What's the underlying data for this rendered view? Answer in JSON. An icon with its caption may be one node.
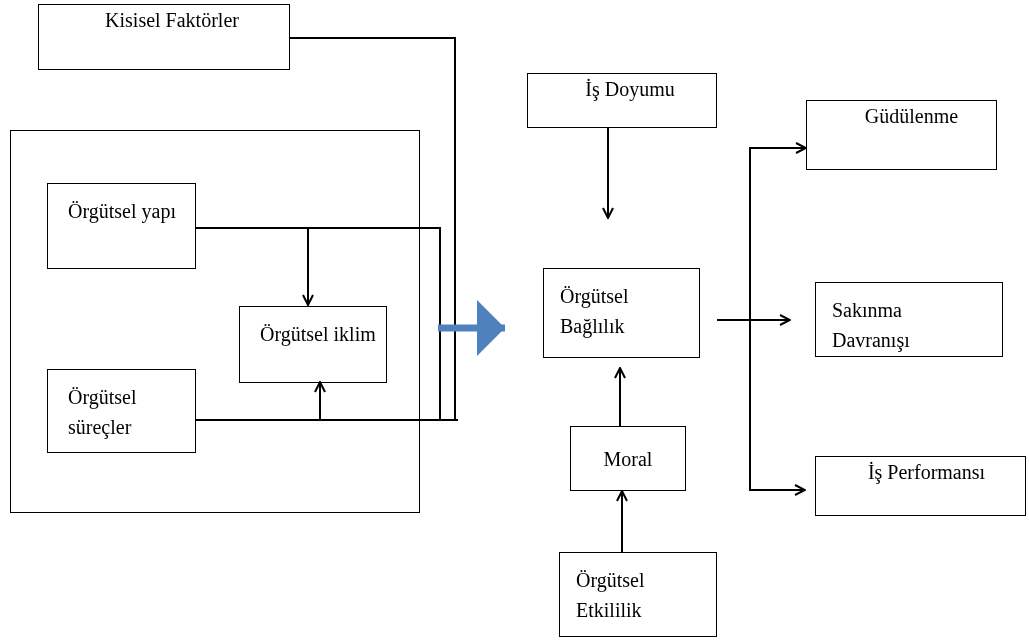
{
  "diagram": {
    "nodes": [
      {
        "text": [
          "Kisisel Faktörler"
        ]
      },
      {
        "text": [],
        "shape": "box"
      },
      {
        "text": [
          "Örgütsel yapı"
        ],
        "in": 1
      },
      {
        "text": [
          "Örgütsel iklim"
        ],
        "in": 1
      },
      {
        "text": [
          "Örgütsel süreçler"
        ],
        "in": 1
      },
      {
        "text": [
          "İş Doyumu"
        ]
      },
      {
        "text": [
          "Örgütsel Bağlılık"
        ]
      },
      {
        "text": [
          "Moral"
        ]
      },
      {
        "text": [
          "Örgütsel Etkililik"
        ]
      },
      {
        "text": [
          "Güdülenme"
        ]
      },
      {
        "text": [
          "Sakınma Davranışı"
        ]
      },
      {
        "text": [
          "İş Performansı"
        ]
      }
    ],
    "edges": [
      {
        "from": 0,
        "to": null,
        "arrow": "none"
      },
      {
        "from": 2,
        "to": null,
        "arrow": "none"
      },
      {
        "from": 4,
        "to": null,
        "arrow": "none"
      },
      {
        "from": 2,
        "to": 3,
        "arrow": "to"
      },
      {
        "from": 4,
        "to": 3,
        "arrow": "to"
      },
      {
        "from": 1,
        "to": 6,
        "arrow": "to",
        "style": "thick",
        "color": "#4f81bd"
      },
      {
        "from": 5,
        "to": 6,
        "arrow": "to"
      },
      {
        "from": 7,
        "to": 6,
        "arrow": "to"
      },
      {
        "from": 8,
        "to": 7,
        "arrow": "to"
      },
      {
        "from": 6,
        "to": 9,
        "arrow": "to"
      },
      {
        "from": 6,
        "to": 10,
        "arrow": "to"
      },
      {
        "from": 6,
        "to": 11,
        "arrow": "to"
      }
    ]
  }
}
